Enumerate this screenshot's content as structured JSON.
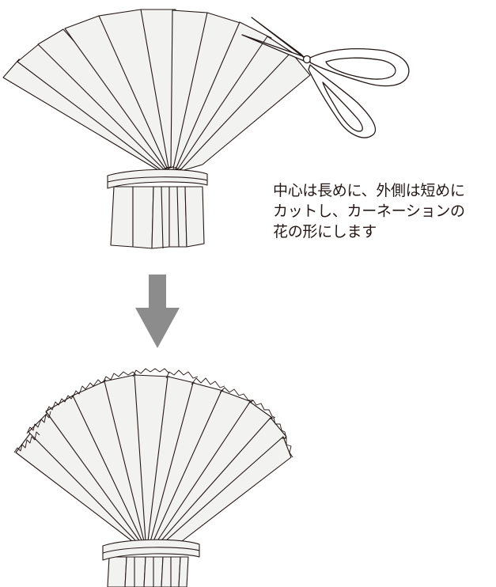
{
  "instruction": {
    "lines": [
      "中心は長めに、外側は短めに",
      "カットし、カーネーションの",
      "花の形にします"
    ]
  },
  "colors": {
    "paper_fill": "#f2f2f1",
    "outline": "#231815",
    "arrow": "#8c8c8c",
    "scissors_fill": "#ffffff",
    "text": "#231815"
  },
  "icons": [
    "scissors-icon",
    "down-arrow-icon"
  ]
}
